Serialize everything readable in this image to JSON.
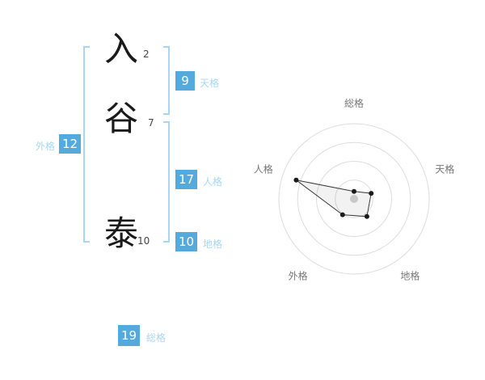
{
  "name_chars": [
    {
      "char": "入",
      "strokes": "2"
    },
    {
      "char": "谷",
      "strokes": "7"
    },
    {
      "char": "泰",
      "strokes": "10"
    }
  ],
  "gaikaku": {
    "label": "外格",
    "value": "12"
  },
  "tenkaku": {
    "label": "天格",
    "value": "9"
  },
  "jinkaku": {
    "label": "人格",
    "value": "17"
  },
  "chikaku": {
    "label": "地格",
    "value": "10"
  },
  "soukaku": {
    "label": "総格",
    "value": "19"
  },
  "colors": {
    "badge_blue": "#55aadd",
    "bracket_light_blue": "#a9d6f2",
    "ring_gray": "#dddddd",
    "point_black": "#1a1a1a",
    "center_dot_gray": "#c8c8c8",
    "axis_label_gray": "#777777"
  },
  "chart_data": {
    "type": "radar",
    "axes": [
      "総格",
      "天格",
      "地格",
      "外格",
      "人格"
    ],
    "values": [
      0.1,
      0.24,
      0.29,
      0.26,
      0.81
    ],
    "max": 1,
    "rings": 4,
    "grid": true,
    "legend": false,
    "title": ""
  }
}
